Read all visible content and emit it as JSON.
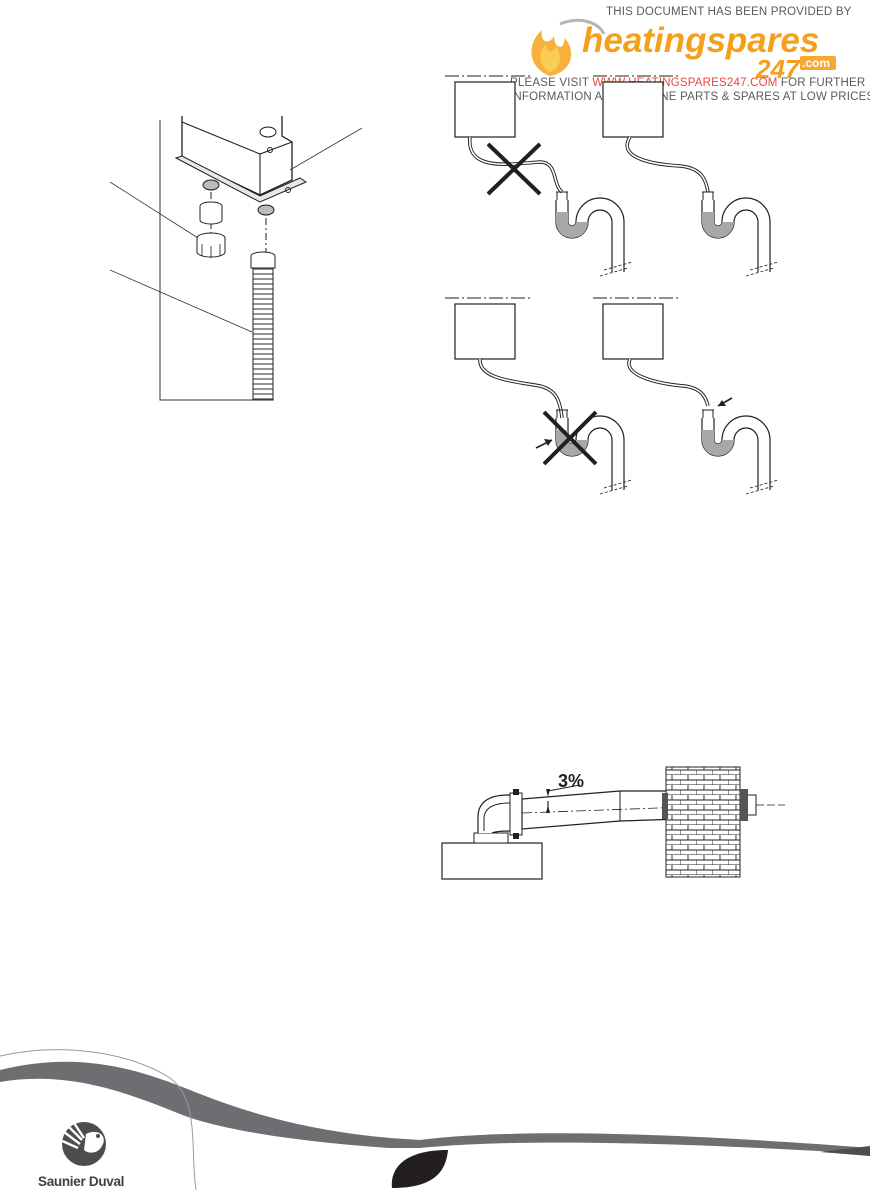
{
  "watermark": {
    "line1": "THIS DOCUMENT HAS BEEN PROVIDED BY",
    "brand_name": "heatingspares",
    "brand_number": "247",
    "brand_suffix": ".com",
    "line2_prefix": "PLEASE VISIT",
    "line2_url": "WWW.HEATINGSPARES247.COM",
    "line2_suffix": "FOR FURTHER",
    "line3": "INFORMATION AND GENUINE PARTS & SPARES AT LOW PRICES",
    "colors": {
      "accent": "#e8463c",
      "flame": "#f7a21b",
      "text": "#5a5a5a"
    }
  },
  "figures": {
    "flue_slope": {
      "label": "3%"
    }
  },
  "footer": {
    "logo_text": "Saunier Duval",
    "colors": {
      "logo": "#4d4d4f",
      "page_badge": "#231f20"
    }
  }
}
